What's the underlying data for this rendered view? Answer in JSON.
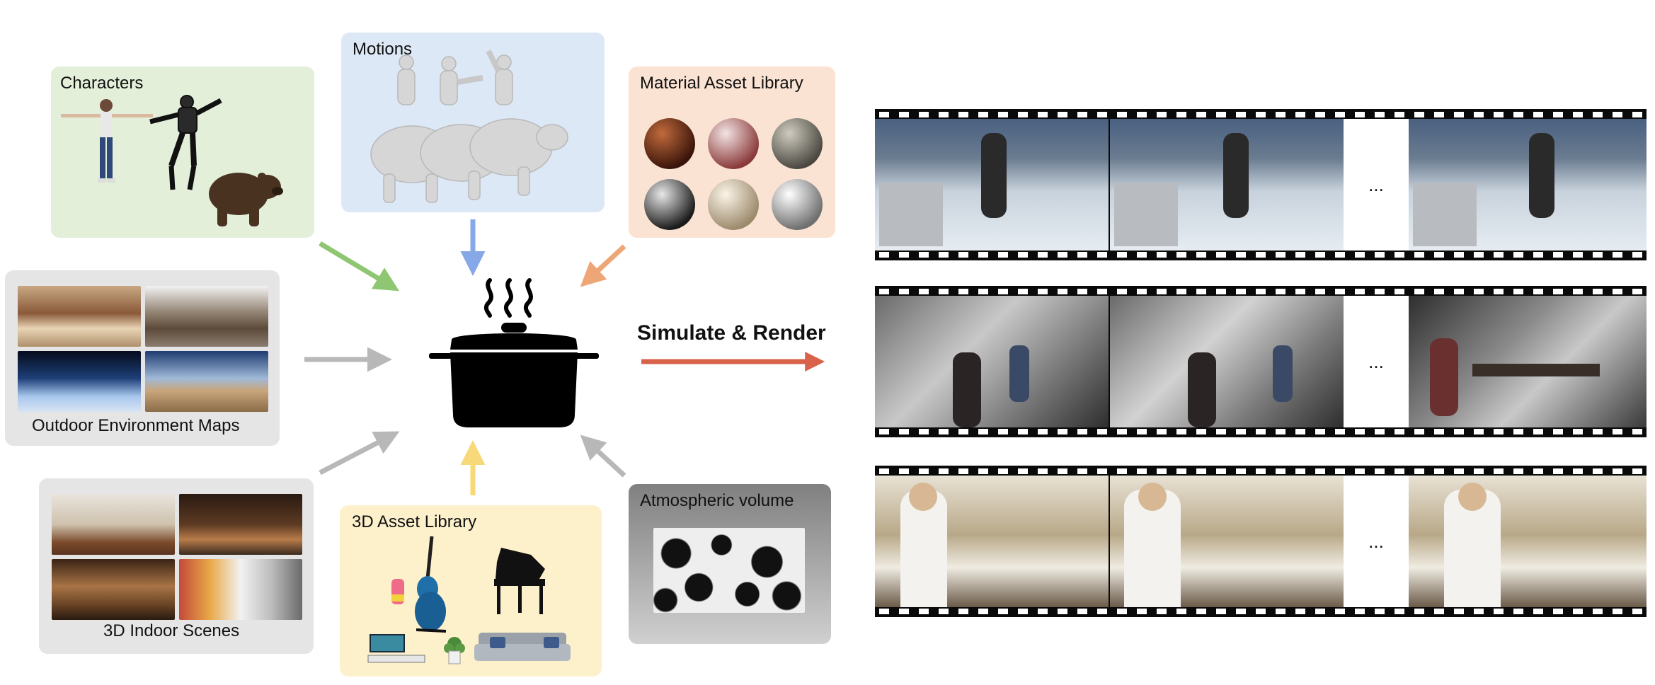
{
  "sources": {
    "characters": "Characters",
    "motions": "Motions",
    "material": "Material Asset Library",
    "outdoor": "Outdoor Environment Maps",
    "indoor": "3D Indoor Scenes",
    "asset3d": "3D Asset Library",
    "atmos": "Atmospheric volume"
  },
  "process": {
    "label": "Simulate & Render"
  },
  "output": {
    "ellipsis": "..."
  },
  "colors": {
    "characters_box": "#e3efd9",
    "motions_box": "#dce8f5",
    "material_box": "#fbe3d3",
    "neutral_box": "#e5e5e5",
    "asset_box": "#fdf1cc",
    "arrow_green": "#8fc672",
    "arrow_blue": "#86a8e6",
    "arrow_orange": "#eea676",
    "arrow_gray": "#b8b8b8",
    "arrow_yellow": "#f7d97a",
    "arrow_red": "#d9624a"
  },
  "icons": [
    "cooking-pot-icon",
    "steam-icon"
  ]
}
